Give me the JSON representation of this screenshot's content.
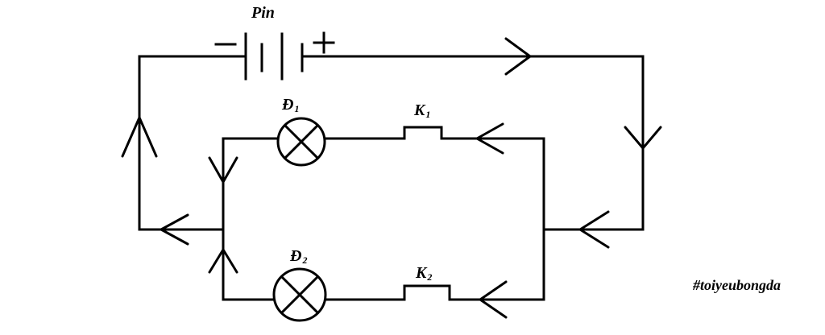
{
  "labels": {
    "battery": "Pin",
    "lamp1_main": "Đ",
    "lamp1_sub": "1",
    "lamp2_main": "Đ",
    "lamp2_sub": "2",
    "switch1_main": "K",
    "switch1_sub": "1",
    "switch2_main": "K",
    "switch2_sub": "2"
  },
  "symbols": {
    "battery_negative": "−",
    "battery_positive": "+"
  },
  "watermark": "#toiyeubongda"
}
